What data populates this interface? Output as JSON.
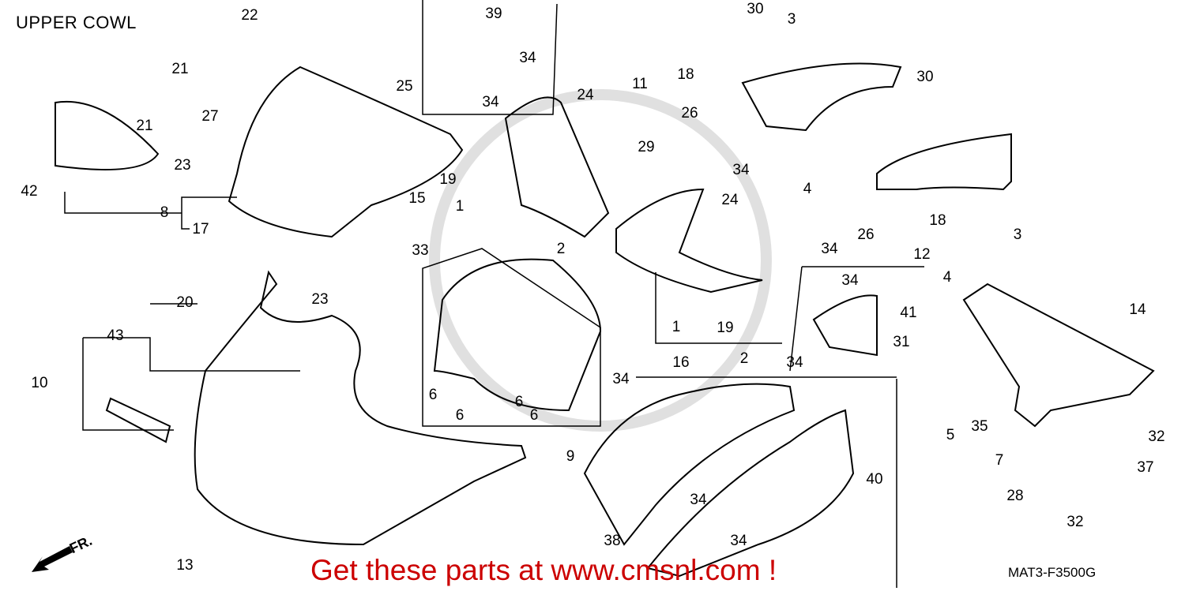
{
  "title": "UPPER COWL",
  "diagram_code": "MAT3-F3500G",
  "promo_text": "Get these parts at www.cmsnl.com !",
  "front_marker": "FR.",
  "callouts": [
    "22",
    "21",
    "25",
    "27",
    "21",
    "23",
    "42",
    "8",
    "17",
    "23",
    "39",
    "34",
    "34",
    "24",
    "19",
    "15",
    "1",
    "33",
    "2",
    "29",
    "24",
    "20",
    "43",
    "10",
    "6",
    "6",
    "6",
    "6",
    "34",
    "9",
    "1",
    "19",
    "16",
    "2",
    "30",
    "3",
    "18",
    "11",
    "26",
    "34",
    "4",
    "30",
    "18",
    "26",
    "34",
    "12",
    "3",
    "4",
    "34",
    "41",
    "31",
    "34",
    "14",
    "5",
    "35",
    "7",
    "32",
    "37",
    "28",
    "32",
    "40",
    "34",
    "13",
    "38",
    "34"
  ],
  "colors": {
    "promo": "#cc0000",
    "line": "#000000"
  }
}
